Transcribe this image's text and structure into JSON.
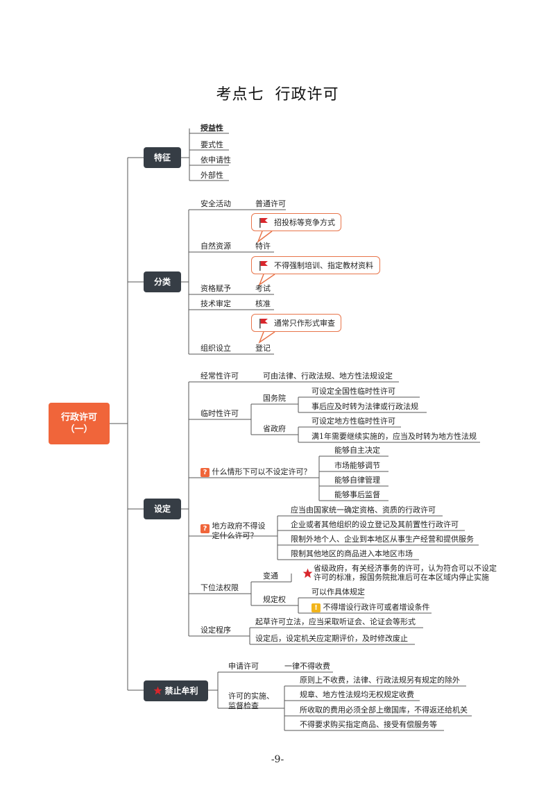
{
  "title_a": "考点七",
  "title_b": "行政许可",
  "root": {
    "line1": "行政许可",
    "line2": "（一）"
  },
  "features": {
    "label": "特征",
    "items": [
      "授益性",
      "要式性",
      "依申请性",
      "外部性"
    ]
  },
  "categories": {
    "label": "分类",
    "rows": [
      {
        "name": "安全活动",
        "value": "普通许可"
      },
      {
        "name": "自然资源",
        "value": "特许"
      },
      {
        "name": "资格赋予",
        "value": "考试"
      },
      {
        "name": "技术审定",
        "value": "核准"
      },
      {
        "name": "组织设立",
        "value": "登记"
      }
    ],
    "notes": [
      "招投标等竞争方式",
      "不得强制培训、指定教材资料",
      "通常只作形式审查"
    ]
  },
  "setting": {
    "label": "设定",
    "regular": {
      "name": "经常性许可",
      "value": "可由法律、行政法规、地方性法规设定"
    },
    "temporary": {
      "name": "临时性许可",
      "state_council": {
        "name": "国务院",
        "items": [
          "可设定全国性临时性许可",
          "事后应及时转为法律或行政法规"
        ]
      },
      "province": {
        "name": "省政府",
        "items": [
          "可设定地方性临时性许可",
          "满1年需要继续实施的，应当及时转为地方性法规"
        ]
      }
    },
    "no_permit": {
      "question": "什么情形下可以不设定许可？",
      "items": [
        "能够自主决定",
        "市场能够调节",
        "能够自律管理",
        "能够事后监督"
      ]
    },
    "local_ban": {
      "question_line1": "地方政府不得设",
      "question_line2": "定什么许可？",
      "items": [
        "应当由国家统一确定资格、资质的行政许可",
        "企业或者其他组织的设立登记及其前置性行政许可",
        "限制外地个人、企业到本地区从事生产经营和提供服务",
        "限制其他地区的商品进入本地区市场"
      ]
    },
    "lower": {
      "name": "下位法权限",
      "adapt": {
        "name": "变通",
        "line1": "省级政府，有关经济事务的许可，认为符合可以不设定",
        "line2": "许可的标准，报国务院批准后可在本区域内停止实施"
      },
      "regulate": {
        "name": "规定权",
        "items": [
          "可以作具体规定",
          "不得增设行政许可或者增设条件"
        ]
      }
    },
    "procedure": {
      "name": "设定程序",
      "items": [
        "起草许可立法，应当采取听证会、论证会等形式",
        "设定后，设定机关应定期评价，及时修改废止"
      ]
    }
  },
  "profit_ban": {
    "label": "禁止牟利",
    "apply": {
      "name": "申请许可",
      "value": "一律不得收费"
    },
    "impl": {
      "line1": "许可的实施、",
      "line2": "监督检查",
      "items": [
        "原则上不收费，法律、行政法规另有规定的除外",
        "规章、地方性法规均无权规定收费",
        "所收取的费用必须全部上缴国库，不得返还给机关",
        "不得要求购买指定商品、接受有偿服务等"
      ]
    }
  },
  "page_number": "-9-",
  "colors": {
    "accent": "#f0653a",
    "node": "#363d45",
    "line": "#555555",
    "star": "#d9262c",
    "warn": "#f2b41a"
  },
  "icons": [
    "flag-icon",
    "question-icon",
    "star-icon",
    "warning-icon"
  ]
}
